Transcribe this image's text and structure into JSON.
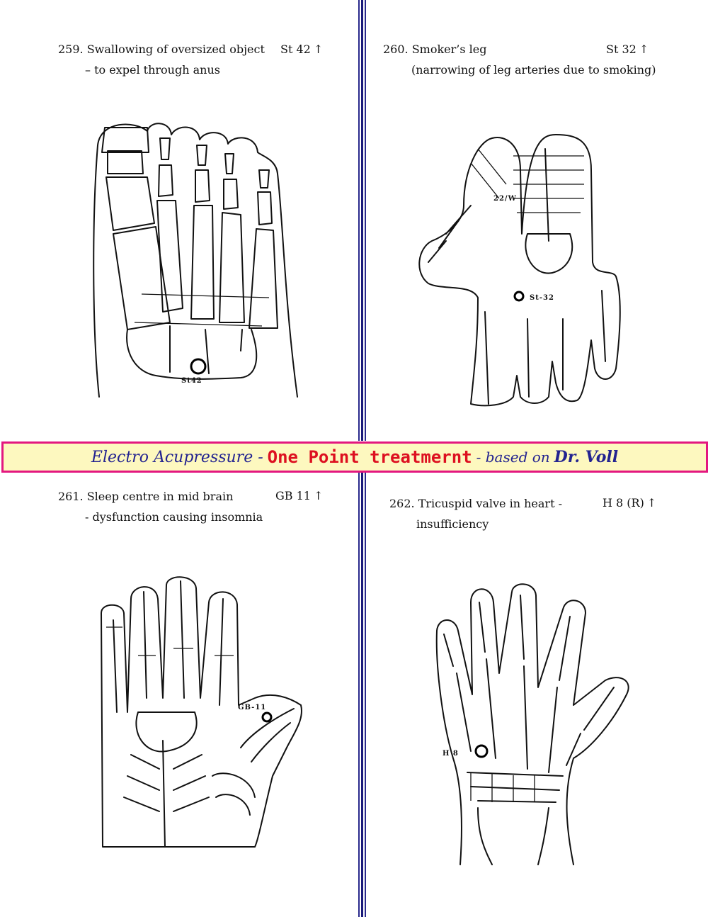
{
  "banner": {
    "part1": "Electro Acupressure -",
    "part2": "One Point treatmernt",
    "part3": "- based on",
    "part4": "Dr. Voll"
  },
  "entries": [
    {
      "number": "259.",
      "line1": "Swallowing of oversized object",
      "line2": "– to expel through anus",
      "code": "St 42",
      "direction": "↑",
      "point_label": "St42"
    },
    {
      "number": "260.",
      "line1": "Smoker’s leg",
      "line2": "(narrowing of leg arteries due to smoking)",
      "code": "St 32",
      "direction": "↑",
      "point_label": "St-32",
      "extra_label": "22/W"
    },
    {
      "number": "261.",
      "line1": "Sleep centre in mid brain",
      "line2": "- dysfunction causing insomnia",
      "code": "GB 11",
      "direction": "↑",
      "point_label": "GB-11"
    },
    {
      "number": "262.",
      "line1": "Tricuspid valve in heart -",
      "line2": "insufficiency",
      "code": "H 8 (R)",
      "direction": "↑",
      "point_label": "H  8"
    }
  ]
}
